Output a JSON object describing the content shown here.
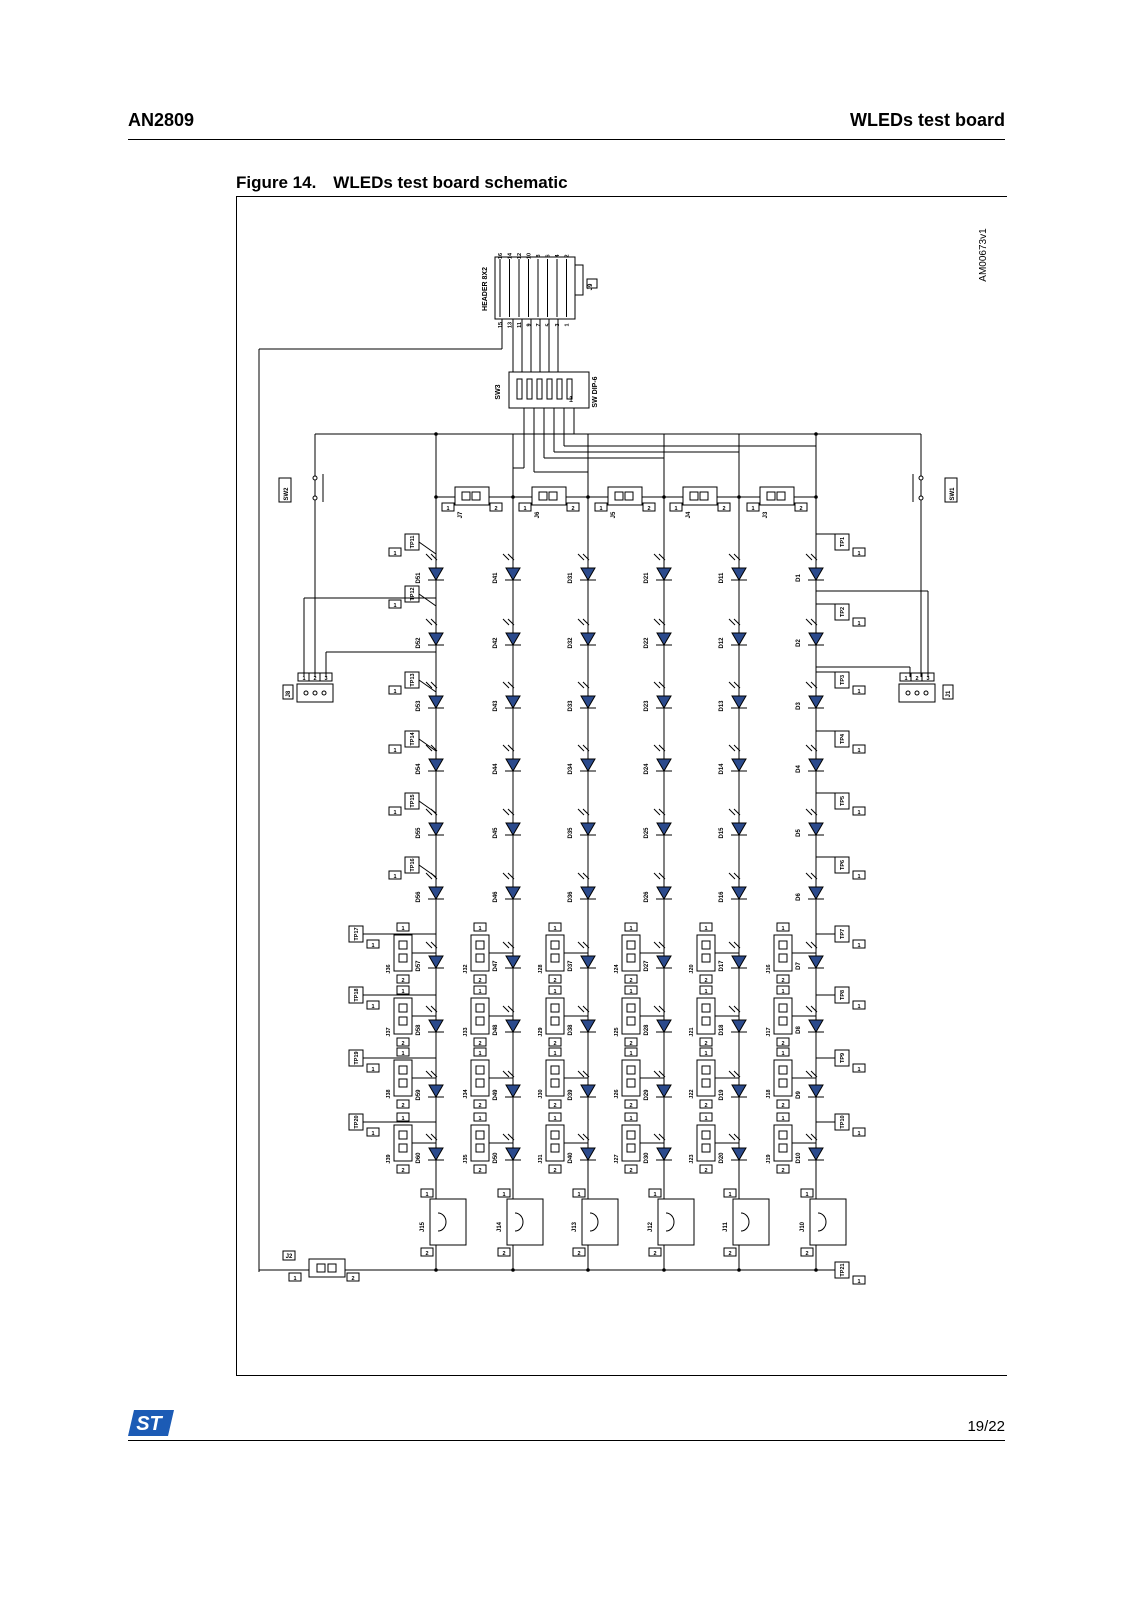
{
  "header": {
    "doc_id": "AN2809",
    "section": "WLEDs test board"
  },
  "figure": {
    "title": "Figure 14. WLEDs test board schematic",
    "reference_code": "AM00673v1"
  },
  "schematic": {
    "header_connector": "HEADER 8X2",
    "header_ref": "J9",
    "dip_switch_ref": "SW3",
    "dip_switch_type": "SW DIP-6",
    "switch_left": "SW2",
    "switch_right": "SW1",
    "connector_left": "J8",
    "connector_right": "J1",
    "jumper_bottom": "J2",
    "led_matrix": [
      [
        "D51",
        "D41",
        "D31",
        "D21",
        "D11",
        "D1"
      ],
      [
        "D52",
        "D42",
        "D32",
        "D22",
        "D12",
        "D2"
      ],
      [
        "D53",
        "D43",
        "D33",
        "D23",
        "D13",
        "D3"
      ],
      [
        "D54",
        "D44",
        "D34",
        "D24",
        "D14",
        "D4"
      ],
      [
        "D55",
        "D45",
        "D35",
        "D25",
        "D15",
        "D5"
      ],
      [
        "D56",
        "D46",
        "D36",
        "D26",
        "D16",
        "D6"
      ],
      [
        "D57",
        "D47",
        "D37",
        "D27",
        "D17",
        "D7"
      ],
      [
        "D58",
        "D48",
        "D38",
        "D28",
        "D18",
        "D8"
      ],
      [
        "D59",
        "D49",
        "D39",
        "D29",
        "D19",
        "D9"
      ],
      [
        "D60",
        "D50",
        "D40",
        "D30",
        "D20",
        "D10"
      ]
    ],
    "top_jumpers": [
      "J7",
      "J6",
      "J5",
      "J4",
      "J3"
    ],
    "jumper_grid": [
      [
        "J36",
        "J32",
        "J28",
        "J24",
        "J20",
        "J16"
      ],
      [
        "J37",
        "J33",
        "J29",
        "J25",
        "J21",
        "J17"
      ],
      [
        "J38",
        "J34",
        "J30",
        "J26",
        "J22",
        "J18"
      ],
      [
        "J39",
        "J35",
        "J31",
        "J27",
        "J23",
        "J19"
      ]
    ],
    "bottom_connectors": [
      "J15",
      "J14",
      "J13",
      "J12",
      "J11",
      "J10"
    ],
    "tp_left": [
      "TP11",
      "TP12",
      "TP13",
      "TP14",
      "TP15",
      "TP16"
    ],
    "tp_left_lower": [
      "TP17",
      "TP18",
      "TP19",
      "TP20"
    ],
    "tp_right": [
      "TP1",
      "TP2",
      "TP3",
      "TP4",
      "TP5",
      "TP6"
    ],
    "tp_right_lower": [
      "TP7",
      "TP8",
      "TP9",
      "TP10"
    ],
    "tp_bottom": "TP21",
    "header_pins_top": [
      "16",
      "14",
      "12",
      "10",
      "8",
      "6",
      "4",
      "2"
    ],
    "header_pins_bottom": [
      "15",
      "13",
      "11",
      "9",
      "7",
      "5",
      "3",
      "1"
    ],
    "pin_one": "1",
    "pin_two": "2",
    "pin_three": "3"
  },
  "footer": {
    "page": "19/22",
    "logo_alt": "ST"
  },
  "colors": {
    "diode_fill": "#2b4a8c",
    "line": "#000000"
  }
}
